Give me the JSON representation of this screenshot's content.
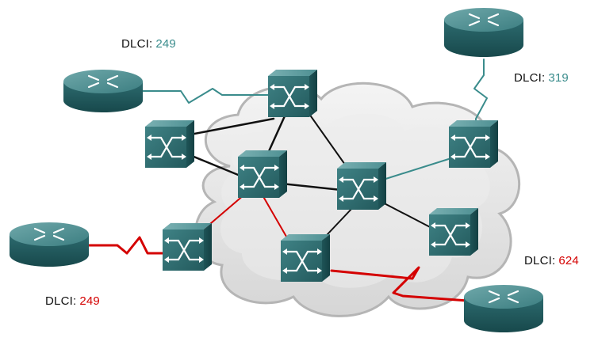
{
  "colors": {
    "router": "#2f6f73",
    "switch": "#2e6d6f",
    "cloud": "#e6e6e6",
    "teal_link": "#3a8c8c",
    "black_link": "#111111",
    "red_link": "#d40000"
  },
  "labels": [
    {
      "id": "dlci-top-left",
      "prefix": "DLCI:",
      "value": "249",
      "color": "#3a8c8c"
    },
    {
      "id": "dlci-top-right",
      "prefix": "DLCI:",
      "value": "319",
      "color": "#3a8c8c"
    },
    {
      "id": "dlci-bottom-left",
      "prefix": "DLCI:",
      "value": "249",
      "color": "#d40000"
    },
    {
      "id": "dlci-bottom-right",
      "prefix": "DLCI:",
      "value": "624",
      "color": "#d40000"
    }
  ],
  "nodes": [
    {
      "id": "router-top-left",
      "kind": "router",
      "icon": "router-icon"
    },
    {
      "id": "router-top-right",
      "kind": "router",
      "icon": "router-icon"
    },
    {
      "id": "router-bottom-left",
      "kind": "router",
      "icon": "router-icon"
    },
    {
      "id": "router-bottom-right",
      "kind": "router",
      "icon": "router-icon"
    },
    {
      "id": "switch-top",
      "kind": "switch",
      "icon": "frame-relay-switch-icon"
    },
    {
      "id": "switch-left",
      "kind": "switch",
      "icon": "frame-relay-switch-icon"
    },
    {
      "id": "switch-center",
      "kind": "switch",
      "icon": "frame-relay-switch-icon"
    },
    {
      "id": "switch-middle",
      "kind": "switch",
      "icon": "frame-relay-switch-icon"
    },
    {
      "id": "switch-right-top",
      "kind": "switch",
      "icon": "frame-relay-switch-icon"
    },
    {
      "id": "switch-right-bottom",
      "kind": "switch",
      "icon": "frame-relay-switch-icon"
    },
    {
      "id": "switch-bottom-left",
      "kind": "switch",
      "icon": "frame-relay-switch-icon"
    },
    {
      "id": "switch-bottom-center",
      "kind": "switch",
      "icon": "frame-relay-switch-icon"
    }
  ],
  "links": [
    {
      "from": "router-top-left",
      "to": "switch-top",
      "color": "teal",
      "style": "serial"
    },
    {
      "from": "router-top-right",
      "to": "switch-right-top",
      "color": "teal",
      "style": "serial"
    },
    {
      "from": "router-bottom-left",
      "to": "switch-bottom-left",
      "color": "red",
      "style": "serial"
    },
    {
      "from": "switch-bottom-center",
      "to": "router-bottom-right",
      "color": "red",
      "style": "serial"
    },
    {
      "from": "switch-top",
      "to": "switch-left",
      "color": "black",
      "style": "plain"
    },
    {
      "from": "switch-top",
      "to": "switch-center",
      "color": "black",
      "style": "plain"
    },
    {
      "from": "switch-top",
      "to": "switch-middle",
      "color": "black",
      "style": "plain"
    },
    {
      "from": "switch-left",
      "to": "switch-center",
      "color": "black",
      "style": "plain"
    },
    {
      "from": "switch-center",
      "to": "switch-middle",
      "color": "black",
      "style": "plain"
    },
    {
      "from": "switch-middle",
      "to": "switch-right-top",
      "color": "teal",
      "style": "plain"
    },
    {
      "from": "switch-middle",
      "to": "switch-right-bottom",
      "color": "black",
      "style": "plain"
    },
    {
      "from": "switch-middle",
      "to": "switch-bottom-center",
      "color": "black",
      "style": "plain"
    },
    {
      "from": "switch-center",
      "to": "switch-bottom-left",
      "color": "red",
      "style": "plain"
    },
    {
      "from": "switch-center",
      "to": "switch-bottom-center",
      "color": "red",
      "style": "plain"
    }
  ]
}
